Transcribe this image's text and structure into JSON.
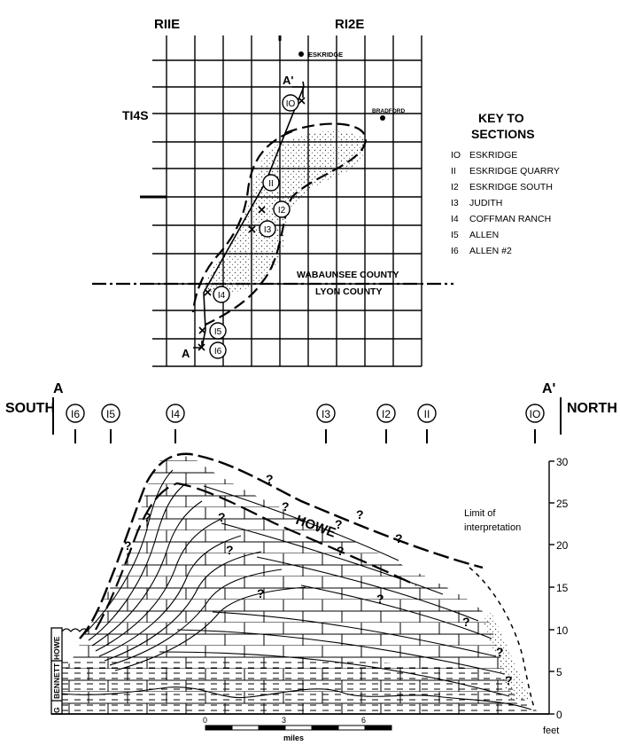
{
  "map": {
    "range_west": "RIIE",
    "range_east": "RI2E",
    "township": "TI4S",
    "town_north": "ESKRIDGE",
    "town_east": "BRADFORD",
    "section_end_a": "A",
    "section_end_a_prime": "A'",
    "county_north": "WABAUNSEE COUNTY",
    "county_south": "LYON COUNTY",
    "key_title_1": "KEY TO",
    "key_title_2": "SECTIONS",
    "key": [
      {
        "num": "IO",
        "name": "ESKRIDGE"
      },
      {
        "num": "II",
        "name": "ESKRIDGE QUARRY"
      },
      {
        "num": "I2",
        "name": "ESKRIDGE SOUTH"
      },
      {
        "num": "I3",
        "name": "JUDITH"
      },
      {
        "num": "I4",
        "name": "COFFMAN RANCH"
      },
      {
        "num": "I5",
        "name": "ALLEN"
      },
      {
        "num": "I6",
        "name": "ALLEN #2"
      }
    ],
    "map_labels": [
      "IO",
      "II",
      "I2",
      "I3",
      "I4",
      "I5",
      "I6"
    ]
  },
  "section": {
    "south": "SOUTH",
    "north": "NORTH",
    "end_a": "A",
    "end_a_prime": "A'",
    "station_labels": [
      "I6",
      "I5",
      "I4",
      "I3",
      "I2",
      "II",
      "IO"
    ],
    "unit_name": "HOWE",
    "howe_side": "HOWE",
    "bennett_side": "BENNETT",
    "g_side": "G",
    "limit_line1": "Limit of",
    "limit_line2": "interpretation",
    "question": "?",
    "y_ticks": [
      "30",
      "25",
      "20",
      "15",
      "10",
      "5",
      "0"
    ],
    "y_unit": "feet",
    "scale_ticks": [
      "0",
      "3",
      "6"
    ],
    "scale_unit": "miles"
  }
}
